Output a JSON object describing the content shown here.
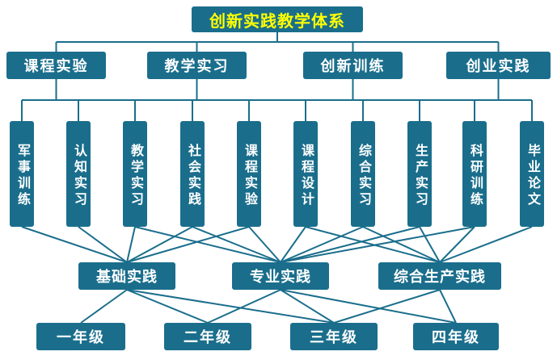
{
  "title": {
    "label": "创新实践教学体系"
  },
  "level2": [
    {
      "id": "l2-0",
      "label": "课程实验"
    },
    {
      "id": "l2-1",
      "label": "教学实习"
    },
    {
      "id": "l2-2",
      "label": "创新训练"
    },
    {
      "id": "l2-3",
      "label": "创业实践"
    }
  ],
  "level3": [
    {
      "id": "l3-0",
      "label": "军事训练"
    },
    {
      "id": "l3-1",
      "label": "认知实习"
    },
    {
      "id": "l3-2",
      "label": "教学实习"
    },
    {
      "id": "l3-3",
      "label": "社会实践"
    },
    {
      "id": "l3-4",
      "label": "课程实验"
    },
    {
      "id": "l3-5",
      "label": "课程设计"
    },
    {
      "id": "l3-6",
      "label": "综合实习"
    },
    {
      "id": "l3-7",
      "label": "生产实习"
    },
    {
      "id": "l3-8",
      "label": "科研训练"
    },
    {
      "id": "l3-9",
      "label": "毕业论文"
    }
  ],
  "level4": [
    {
      "id": "l4-0",
      "label": "基础实践"
    },
    {
      "id": "l4-1",
      "label": "专业实践"
    },
    {
      "id": "l4-2",
      "label": "综合生产实践"
    }
  ],
  "level5": [
    {
      "id": "l5-0",
      "label": "一年级"
    },
    {
      "id": "l5-1",
      "label": "二年级"
    },
    {
      "id": "l5-2",
      "label": "三年级"
    },
    {
      "id": "l5-3",
      "label": "四年级"
    }
  ],
  "colors": {
    "box": "#1a6e8c",
    "line": "#1a6e8c",
    "title_text": "#ffff00",
    "box_text": "#ffffff",
    "background": "#ffffff"
  },
  "connectors": {
    "title_tree": {
      "from": "root",
      "to": [
        "l2-0",
        "l2-1",
        "l2-2",
        "l2-3"
      ]
    },
    "bus": {
      "from": [
        "l2-0",
        "l2-1",
        "l2-2",
        "l2-3"
      ],
      "to": [
        "l3-0",
        "l3-1",
        "l3-2",
        "l3-3",
        "l3-4",
        "l3-5",
        "l3-6",
        "l3-7",
        "l3-8",
        "l3-9"
      ]
    },
    "direct": [
      [
        "l3-0",
        "l4-0"
      ],
      [
        "l3-1",
        "l4-0"
      ],
      [
        "l3-2",
        "l4-0"
      ],
      [
        "l3-3",
        "l4-0"
      ],
      [
        "l3-4",
        "l4-0"
      ],
      [
        "l3-2",
        "l4-1"
      ],
      [
        "l3-3",
        "l4-1"
      ],
      [
        "l3-4",
        "l4-1"
      ],
      [
        "l3-5",
        "l4-1"
      ],
      [
        "l3-6",
        "l4-1"
      ],
      [
        "l3-7",
        "l4-1"
      ],
      [
        "l3-8",
        "l4-1"
      ],
      [
        "l3-5",
        "l4-2"
      ],
      [
        "l3-6",
        "l4-2"
      ],
      [
        "l3-7",
        "l4-2"
      ],
      [
        "l3-8",
        "l4-2"
      ],
      [
        "l3-9",
        "l4-2"
      ],
      [
        "l4-0",
        "l5-0"
      ],
      [
        "l4-0",
        "l5-1"
      ],
      [
        "l4-0",
        "l5-2"
      ],
      [
        "l4-1",
        "l5-1"
      ],
      [
        "l4-1",
        "l5-2"
      ],
      [
        "l4-1",
        "l5-3"
      ],
      [
        "l4-2",
        "l5-2"
      ],
      [
        "l4-2",
        "l5-3"
      ]
    ]
  }
}
